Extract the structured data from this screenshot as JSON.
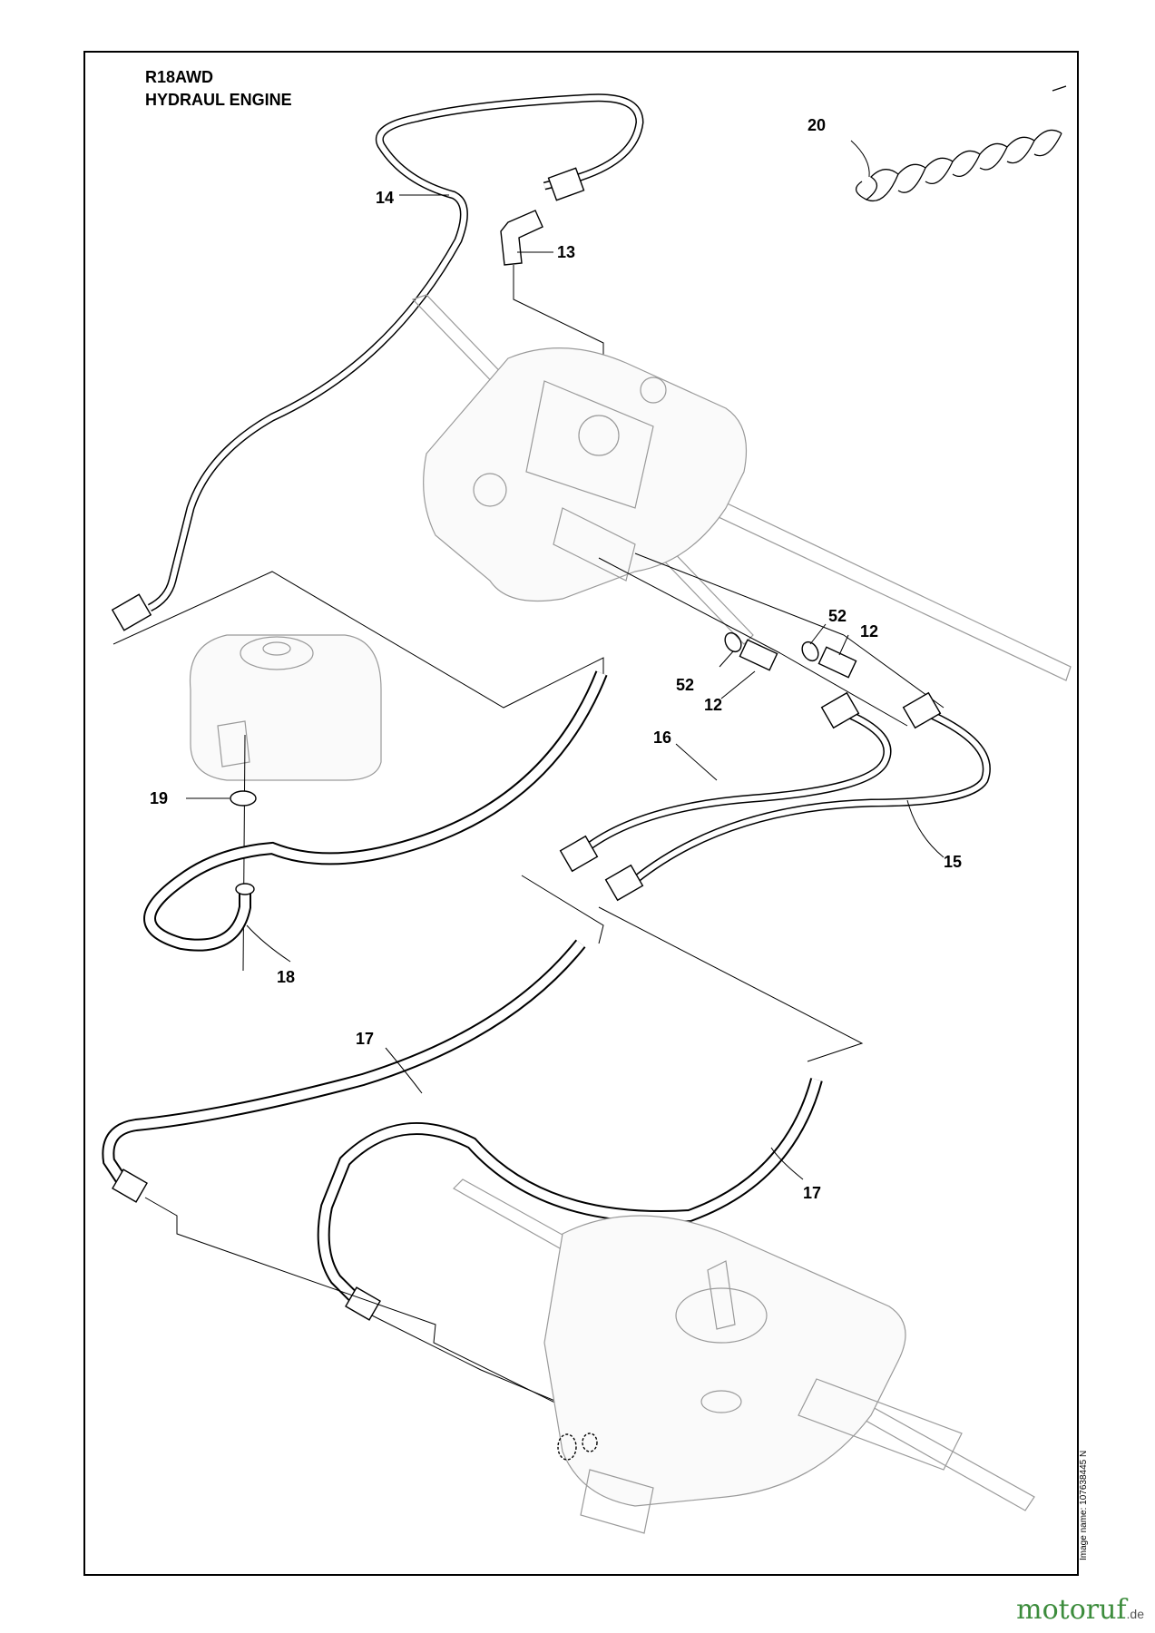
{
  "header": {
    "model": "R18AWD",
    "section": "HYDRAUL ENGINE"
  },
  "callouts": [
    {
      "id": "c20",
      "label": "20"
    },
    {
      "id": "c14",
      "label": "14"
    },
    {
      "id": "c13",
      "label": "13"
    },
    {
      "id": "c52a",
      "label": "52"
    },
    {
      "id": "c12a",
      "label": "12"
    },
    {
      "id": "c52b",
      "label": "52"
    },
    {
      "id": "c12b",
      "label": "12"
    },
    {
      "id": "c16",
      "label": "16"
    },
    {
      "id": "c19",
      "label": "19"
    },
    {
      "id": "c15",
      "label": "15"
    },
    {
      "id": "c18",
      "label": "18"
    },
    {
      "id": "c17a",
      "label": "17"
    },
    {
      "id": "c17b",
      "label": "17"
    }
  ],
  "footer": {
    "image_name": "Image name: 107638445 N",
    "watermark": "motoruf",
    "watermark_ext": ".de"
  },
  "colors": {
    "line": "#000000",
    "part_gray": "#9a9a9a",
    "watermark": "#3c8c3c"
  }
}
